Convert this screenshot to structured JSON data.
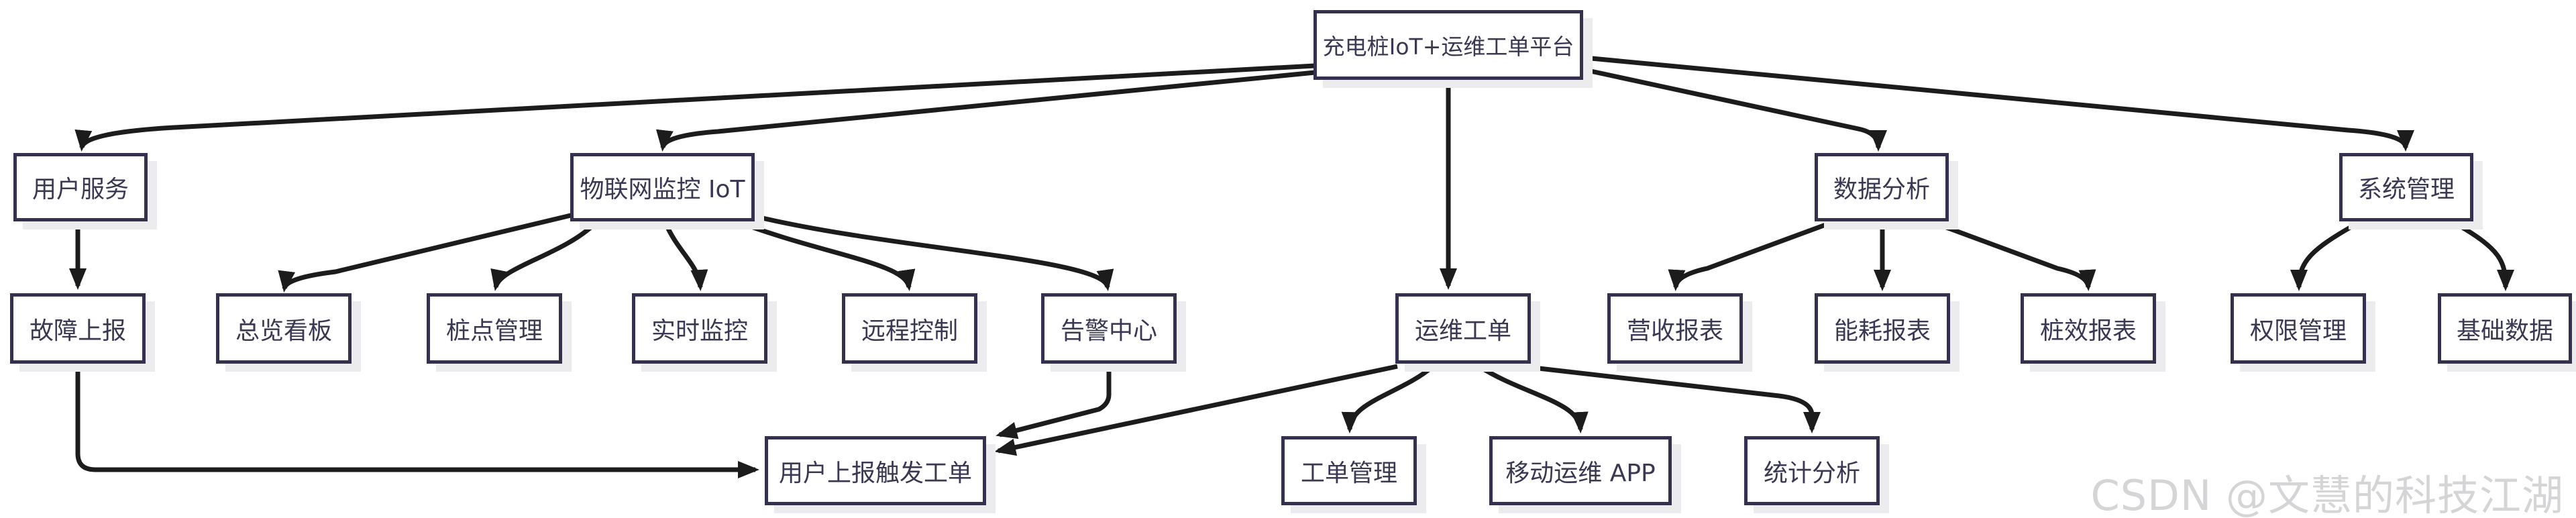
{
  "diagram": {
    "type": "flowchart-tree",
    "background": "#ffffff"
  },
  "nodes": {
    "root": {
      "label": "充电桩IoT+运维工单平台"
    },
    "user_service": {
      "label": "用户服务"
    },
    "iot_monitor": {
      "label": "物联网监控 IoT"
    },
    "data_analysis": {
      "label": "数据分析"
    },
    "system_mgmt": {
      "label": "系统管理"
    },
    "fault_report": {
      "label": "故障上报"
    },
    "overview_board": {
      "label": "总览看板"
    },
    "pile_mgmt": {
      "label": "桩点管理"
    },
    "realtime_monitor": {
      "label": "实时监控"
    },
    "remote_control": {
      "label": "远程控制"
    },
    "alarm_center": {
      "label": "告警中心"
    },
    "ops_workorder": {
      "label": "运维工单"
    },
    "revenue_report": {
      "label": "营收报表"
    },
    "energy_report": {
      "label": "能耗报表"
    },
    "pile_eff_report": {
      "label": "桩效报表"
    },
    "perm_mgmt": {
      "label": "权限管理"
    },
    "base_data": {
      "label": "基础数据"
    },
    "user_report_trigger": {
      "label": "用户上报触发工单"
    },
    "workorder_mgmt": {
      "label": "工单管理"
    },
    "mobile_ops_app": {
      "label": "移动运维 APP"
    },
    "stats_analysis": {
      "label": "统计分析"
    }
  },
  "edges": [
    {
      "from": "root",
      "to": "user_service"
    },
    {
      "from": "root",
      "to": "iot_monitor"
    },
    {
      "from": "root",
      "to": "ops_workorder"
    },
    {
      "from": "root",
      "to": "data_analysis"
    },
    {
      "from": "root",
      "to": "system_mgmt"
    },
    {
      "from": "user_service",
      "to": "fault_report"
    },
    {
      "from": "iot_monitor",
      "to": "overview_board"
    },
    {
      "from": "iot_monitor",
      "to": "pile_mgmt"
    },
    {
      "from": "iot_monitor",
      "to": "realtime_monitor"
    },
    {
      "from": "iot_monitor",
      "to": "remote_control"
    },
    {
      "from": "iot_monitor",
      "to": "alarm_center"
    },
    {
      "from": "alarm_center",
      "to": "user_report_trigger"
    },
    {
      "from": "fault_report",
      "to": "user_report_trigger"
    },
    {
      "from": "ops_workorder",
      "to": "user_report_trigger"
    },
    {
      "from": "ops_workorder",
      "to": "workorder_mgmt"
    },
    {
      "from": "ops_workorder",
      "to": "mobile_ops_app"
    },
    {
      "from": "ops_workorder",
      "to": "stats_analysis"
    },
    {
      "from": "data_analysis",
      "to": "revenue_report"
    },
    {
      "from": "data_analysis",
      "to": "energy_report"
    },
    {
      "from": "data_analysis",
      "to": "pile_eff_report"
    },
    {
      "from": "system_mgmt",
      "to": "perm_mgmt"
    },
    {
      "from": "system_mgmt",
      "to": "base_data"
    }
  ],
  "watermark": {
    "text": "CSDN @文慧的科技江湖"
  },
  "colors": {
    "node_border": "#33314e",
    "node_text": "#3a3852",
    "node_background": "#ffffff",
    "node_shadow": "#ececef",
    "edge": "#1c1c1c",
    "watermark": "#d5d5d7",
    "background": "#ffffff"
  }
}
